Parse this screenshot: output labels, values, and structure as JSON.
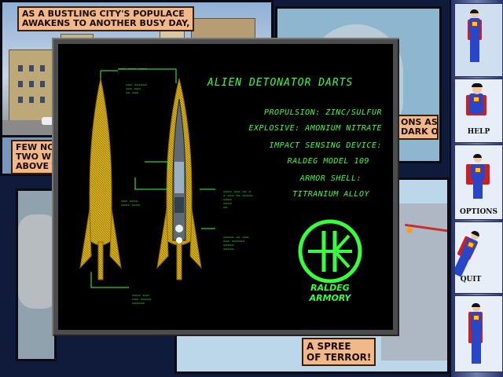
{
  "comic": {
    "caption_top": [
      "AS A BUSTLING CITY'S POPULACE",
      "AWAKENS TO ANOTHER BUSY DAY,"
    ],
    "caption_left": [
      "FEW NOT",
      "TWO WE",
      "ABOVE T"
    ],
    "caption_right": [
      "ONS AS",
      "DARK ON"
    ],
    "caption_bottom": [
      "A SPREE",
      "OF TERROR!"
    ]
  },
  "sidebar": {
    "help_label": "HELP",
    "options_label": "OPTIONS",
    "quit_label": "QUIT"
  },
  "dossier": {
    "title": "ALIEN DETONATOR DARTS",
    "specs": [
      "PROPULSION: ZINC/SULFUR",
      "EXPLOSIVE: AMONIUM NITRATE",
      "IMPACT SENSING DEVICE:",
      "RALDEG MODEL 109",
      "ARMOR SHELL:",
      "TITRANIUM ALLOY"
    ],
    "logo_symbol": "OK",
    "logo_text": [
      "RALDEG",
      "ARMORY"
    ]
  },
  "colors": {
    "terminal_green": "#36ff3c",
    "rocket_gold": "#d9b21d",
    "caption_bg": "#f1b98a"
  }
}
